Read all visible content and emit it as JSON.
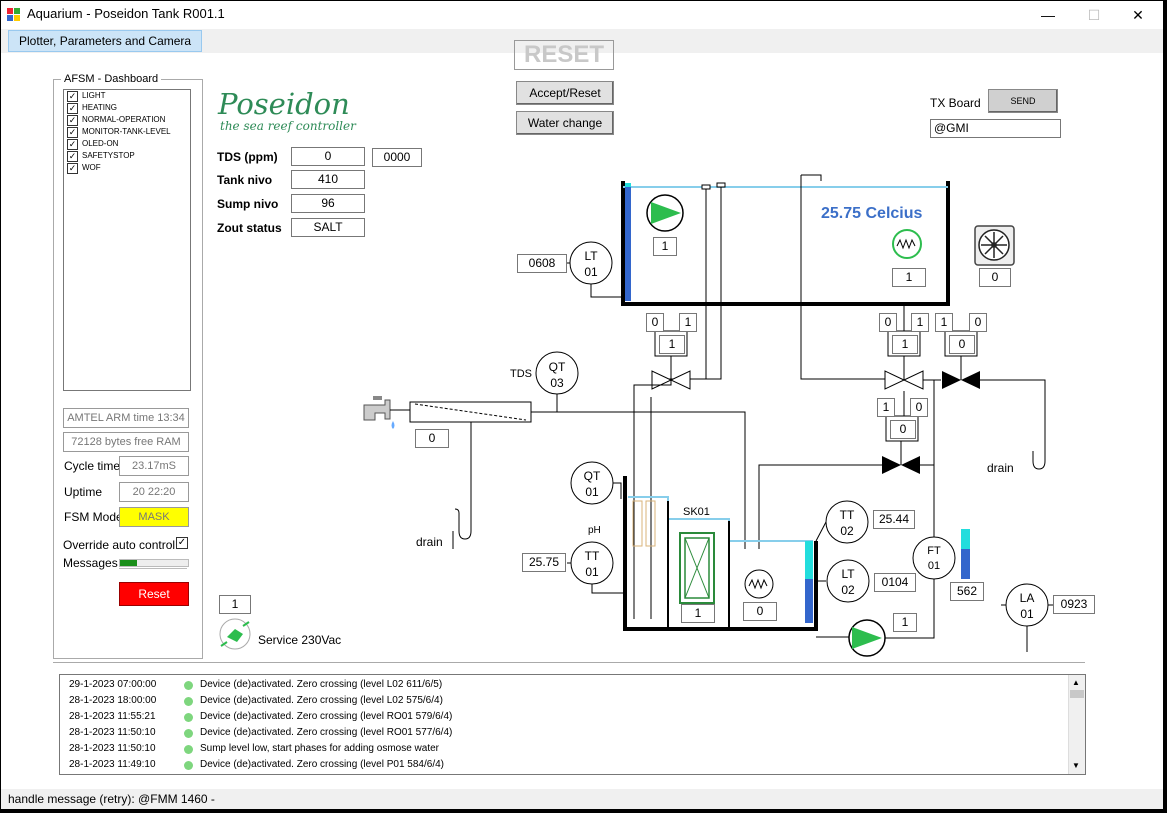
{
  "window": {
    "title": "Aquarium - Poseidon Tank R001.1",
    "min": "—",
    "max": "☐",
    "close": "✕"
  },
  "menu": {
    "item": "Plotter, Parameters and Camera"
  },
  "dashboard": {
    "title": "AFSM - Dashboard",
    "states": [
      {
        "label": "LIGHT",
        "checked": "✓"
      },
      {
        "label": "HEATING",
        "checked": "✓"
      },
      {
        "label": "NORMAL-OPERATION",
        "checked": "✓"
      },
      {
        "label": "MONITOR-TANK-LEVEL",
        "checked": "✓"
      },
      {
        "label": "OLED-ON",
        "checked": "✓"
      },
      {
        "label": "SAFETYSTOP",
        "checked": "✓"
      },
      {
        "label": "WOF",
        "checked": "✓"
      }
    ],
    "arm_time": "AMTEL ARM time 13:34",
    "free_ram": "72128 bytes free RAM",
    "cycle_time_label": "Cycle time",
    "cycle_time": "23.17mS",
    "uptime_label": "Uptime",
    "uptime": "20 22:20",
    "fsm_mode_label": "FSM Mode",
    "fsm_mode": "MASK",
    "override_label": "Override auto control",
    "override_checked": "✓",
    "messages_label": "Messages",
    "messages_progress": 0.25,
    "reset_label": "Reset"
  },
  "controls": {
    "reset_big": "RESET",
    "accept_reset": "Accept/Reset",
    "water_change": "Water change"
  },
  "logo": {
    "name": "Poseidon",
    "tagline": "the sea reef controller"
  },
  "readings": {
    "tds_label": "TDS (ppm)",
    "tds_value": "0",
    "tds_raw": "0000",
    "tank_nivo_label": "Tank nivo",
    "tank_nivo": "410",
    "sump_nivo_label": "Sump nivo",
    "sump_nivo": "96",
    "zout_label": "Zout status",
    "zout": "SALT"
  },
  "tx": {
    "label": "TX Board",
    "send": "SEND",
    "input": "@GMI"
  },
  "diagram": {
    "temperature": "25.75 Celcius",
    "lt01_value": "0608",
    "lt01_label": [
      "LT",
      "01"
    ],
    "qt03_label": [
      "QT",
      "03"
    ],
    "tds_label": "TDS",
    "qt01_label": [
      "QT",
      "01"
    ],
    "ph_label": "pH",
    "tt01_label": [
      "TT",
      "01"
    ],
    "tt01_value": "25.75",
    "tt02_label": [
      "TT",
      "02"
    ],
    "tt02_value": "25.44",
    "lt02_label": [
      "LT",
      "02"
    ],
    "lt02_value": "0104",
    "ft01_label": [
      "FT",
      "01"
    ],
    "ft01_value": "562",
    "la01_label": [
      "LA",
      "01"
    ],
    "la01_value": "0923",
    "sk01_label": "SK01",
    "pump_top_value": "1",
    "heater_value": "1",
    "fan_value": "0",
    "filter_value": "0",
    "skimmer_value": "1",
    "sump_heater_value": "0",
    "return_pump_value": "1",
    "valve_a": {
      "left": "0",
      "right": "1",
      "center": "1"
    },
    "valve_b": {
      "left": "0",
      "right": "1",
      "center": "1"
    },
    "valve_c": {
      "left": "1",
      "right": "0",
      "center": "0"
    },
    "valve_d": {
      "left": "1",
      "right": "0",
      "center": "0"
    },
    "drain_left": "drain",
    "drain_right": "drain"
  },
  "service": {
    "value": "1",
    "label": "Service 230Vac"
  },
  "log": [
    {
      "time": "29-1-2023 07:00:00",
      "msg": "Device (de)activated. Zero crossing (level L02 611/6/5)"
    },
    {
      "time": "28-1-2023 18:00:00",
      "msg": "Device (de)activated. Zero crossing (level L02 575/6/4)"
    },
    {
      "time": "28-1-2023 11:55:21",
      "msg": "Device (de)activated. Zero crossing (level RO01 579/6/4)"
    },
    {
      "time": "28-1-2023 11:50:10",
      "msg": "Device (de)activated. Zero crossing (level RO01 577/6/4)"
    },
    {
      "time": "28-1-2023 11:50:10",
      "msg": "Sump level low, start phases for adding osmose water"
    },
    {
      "time": "28-1-2023 11:49:10",
      "msg": "Device (de)activated. Zero crossing (level P01 584/6/4)"
    }
  ],
  "status": {
    "text": "handle message (retry): @FMM 1460  -"
  },
  "colors": {
    "pipe": "#000000",
    "water": "#87ceeb",
    "level_blue": "#3366cc",
    "level_cyan": "#22dddd",
    "pump_green": "#2dbd4e",
    "fsm_yellow": "#ffff00",
    "reset_red": "#ff0000",
    "temp_text": "#3b6fc8",
    "progress_green": "#1a8f1a"
  }
}
